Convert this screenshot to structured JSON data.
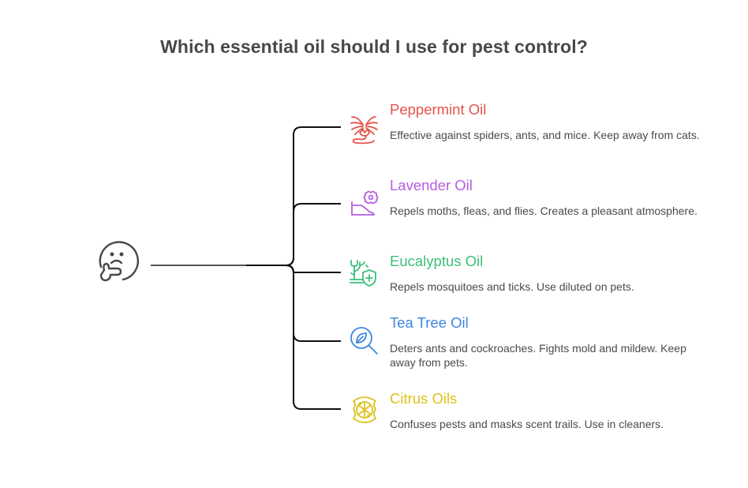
{
  "title": "Which essential oil should I use for pest control?",
  "root": {
    "icon": "thinking-face-icon",
    "color": "#484848"
  },
  "items": [
    {
      "name": "Peppermint Oil",
      "description": "Effective against spiders, ants, and mice. Keep away from cats.",
      "icon": "palm-tree-spider-icon",
      "color": "#E5534B"
    },
    {
      "name": "Lavender Oil",
      "description": "Repels moths, fleas, and flies. Creates a pleasant atmosphere.",
      "icon": "flower-hand-icon",
      "color": "#B55EE0"
    },
    {
      "name": "Eucalyptus Oil",
      "description": "Repels mosquitoes and ticks. Use diluted on pets.",
      "icon": "tree-shield-icon",
      "color": "#3DBF7A"
    },
    {
      "name": "Tea Tree Oil",
      "description": "Deters ants and cockroaches. Fights mold and mildew. Keep away from pets.",
      "icon": "leaf-magnifier-icon",
      "color": "#3E86E0"
    },
    {
      "name": "Citrus Oils",
      "description": "Confuses pests and masks scent trails. Use in cleaners.",
      "icon": "citrus-slice-icon",
      "color": "#DDC21A"
    }
  ]
}
